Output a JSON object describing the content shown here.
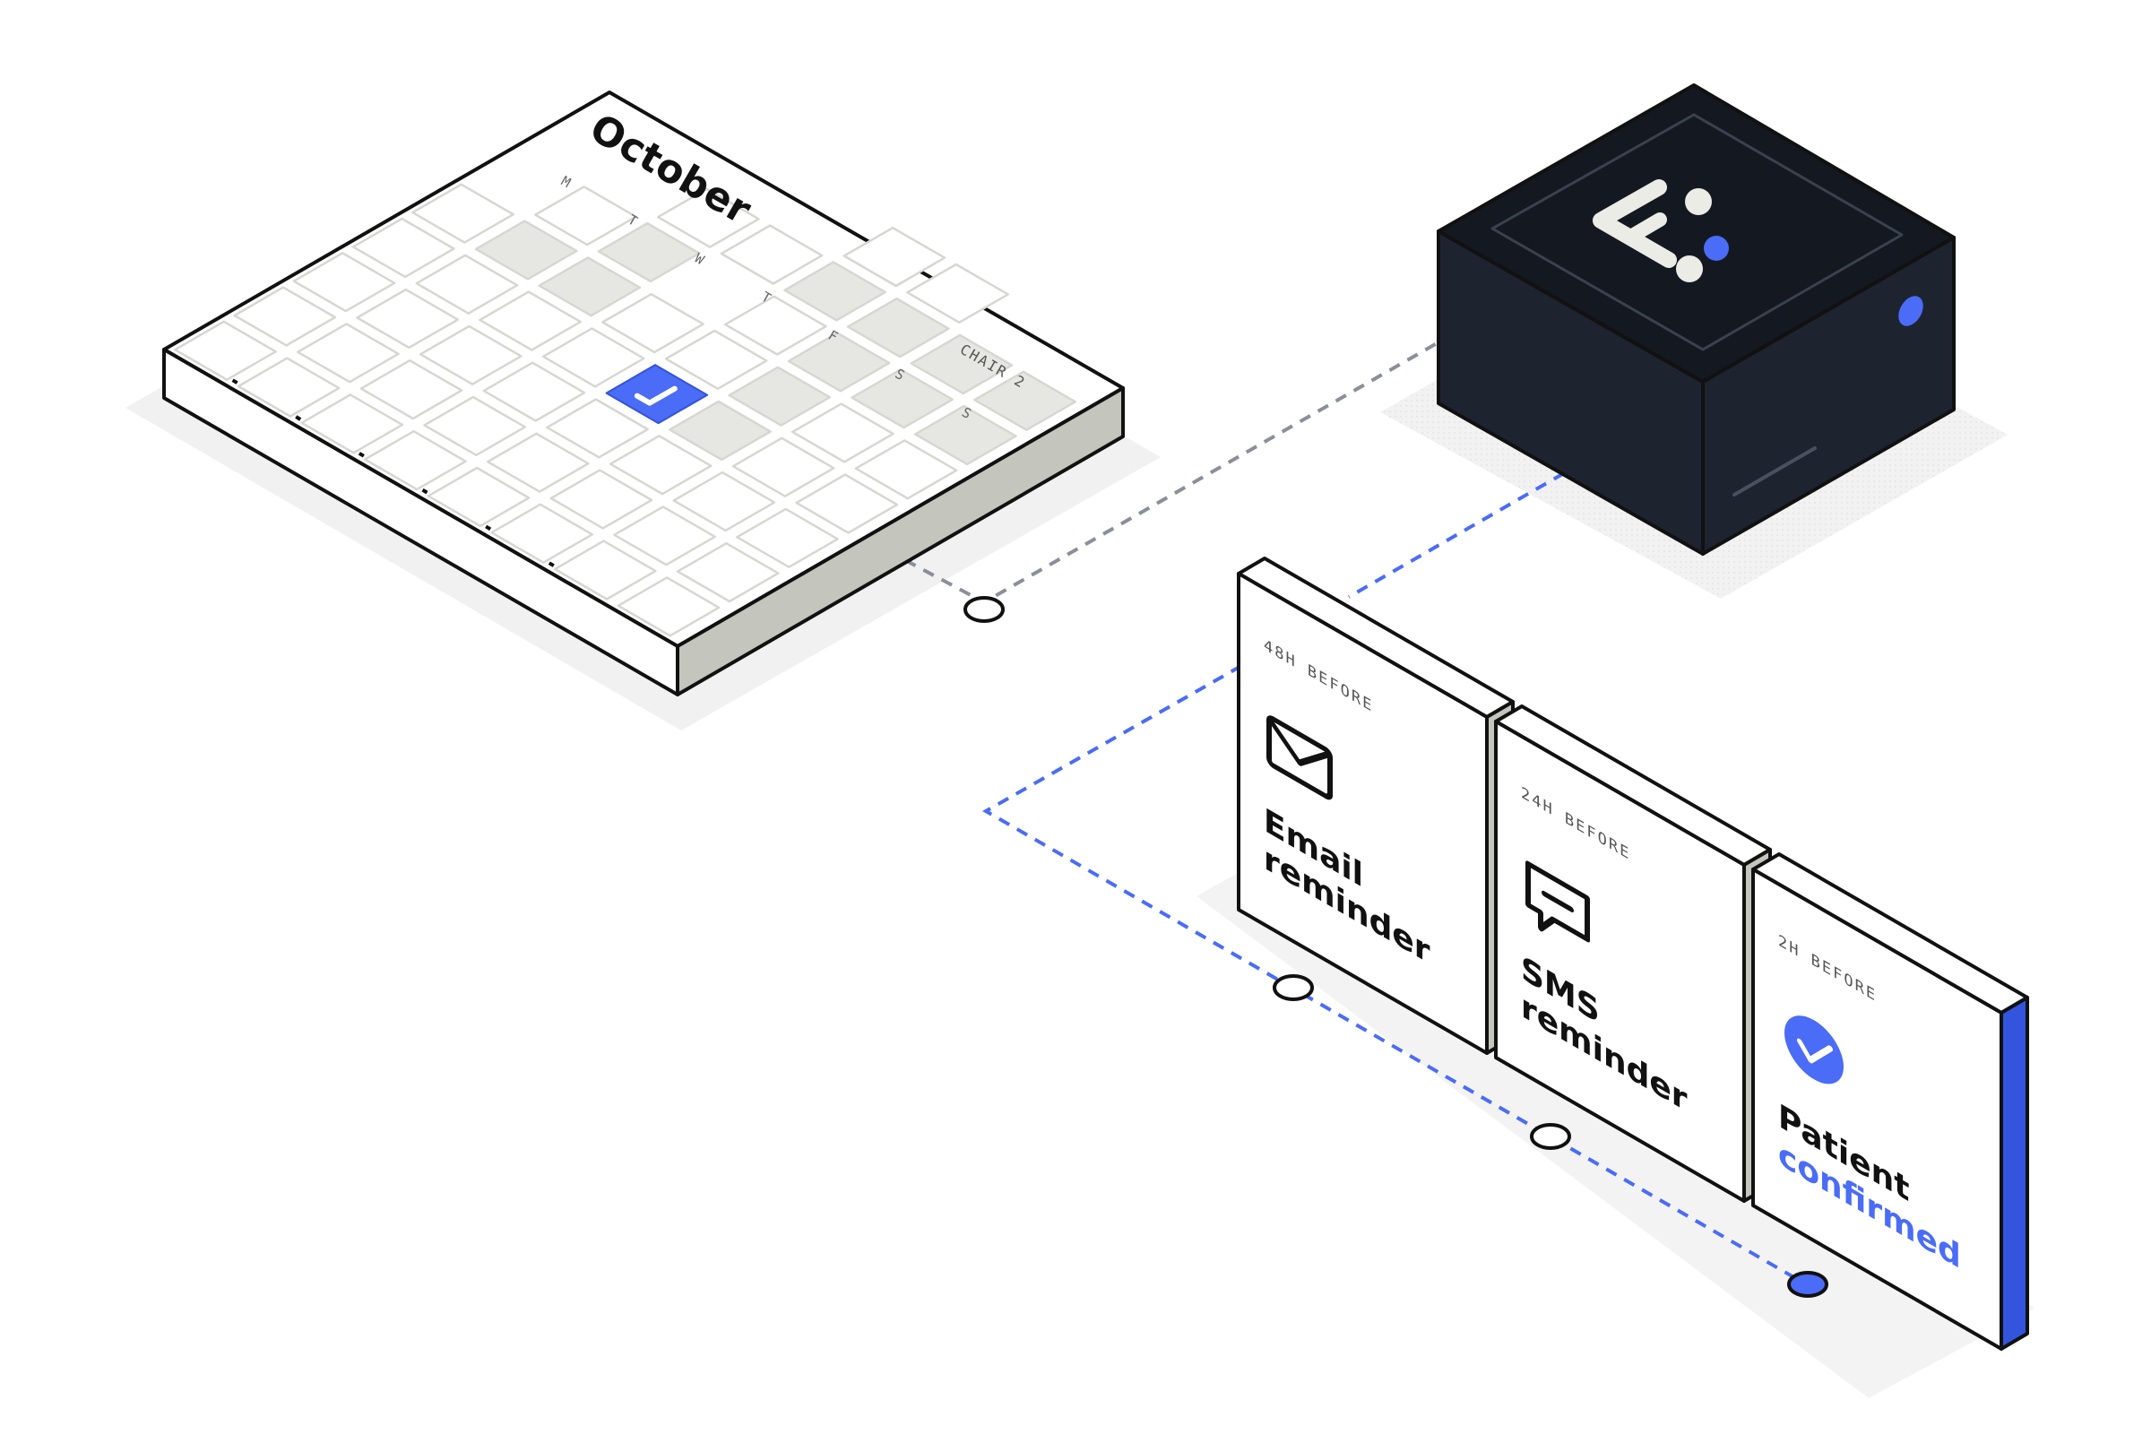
{
  "calendar": {
    "month": "October",
    "weekdays": [
      "M",
      "T",
      "W",
      "T",
      "F",
      "S",
      "S"
    ],
    "chair_label": "CHAIR 2"
  },
  "reminders": [
    {
      "timing": "48H BEFORE",
      "line1": "Email",
      "line2": "reminder",
      "icon": "envelope-icon"
    },
    {
      "timing": "24H BEFORE",
      "line1": "SMS",
      "line2": "reminder",
      "icon": "chat-bubble-icon"
    },
    {
      "timing": "2H BEFORE",
      "line1": "Patient",
      "line2": "confirmed",
      "icon": "check-circle-icon"
    }
  ],
  "colors": {
    "accent": "#4a6cf7",
    "accent_dark": "#3355dd",
    "ink": "#111111",
    "device_top": "#141820",
    "device_side": "#1e2330",
    "cell_fill": "#e6e7e2",
    "slab_side": "#c4c5bd",
    "gray_dash": "#8a8f99"
  }
}
